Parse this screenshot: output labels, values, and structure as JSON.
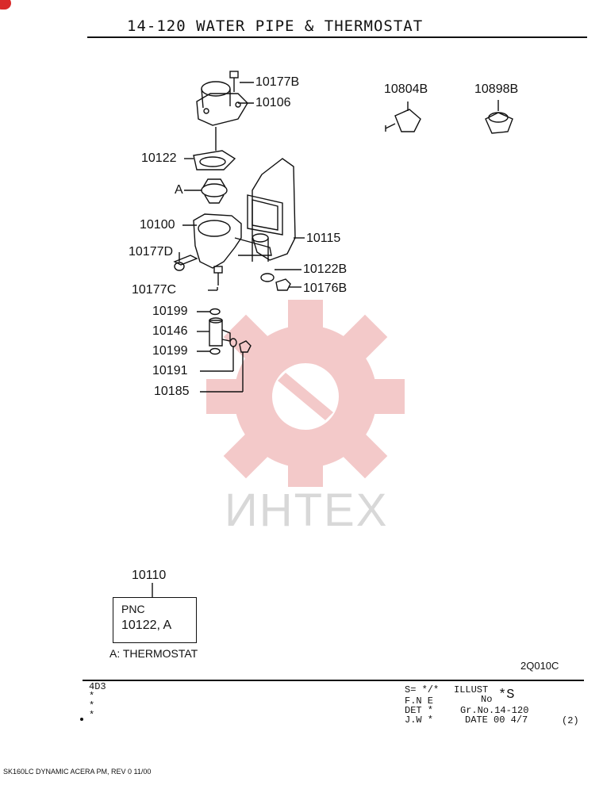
{
  "header": {
    "title": "14-120  WATER PIPE & THERMOSTAT"
  },
  "parts": {
    "p10177B": "10177B",
    "p10106": "10106",
    "p10804B": "10804B",
    "p10898B": "10898B",
    "p10122": "10122",
    "pA": "A",
    "p10100": "10100",
    "p10115": "10115",
    "p10177D": "10177D",
    "p10122B": "10122B",
    "p10176B": "10176B",
    "p10177C": "10177C",
    "p10199a": "10199",
    "p10146": "10146",
    "p10199b": "10199",
    "p10191": "10191",
    "p10185": "10185"
  },
  "kit": {
    "number": "10110",
    "pnc_label": "PNC",
    "pnc_value": "10122, A",
    "legend": "A: THERMOSTAT"
  },
  "watermark": "ИНТЕХ",
  "drawing_code": "2Q010C",
  "footer": {
    "model": "4D3",
    "star1": "*",
    "star2": "*",
    "star3": "*",
    "s_line": "S= */*",
    "illust": "ILLUST",
    "no": "No",
    "no_value": "*S",
    "fne": "F.N E",
    "det": "DET *",
    "grno": "Gr.No.14-120",
    "jw": "J.W *",
    "date": "DATE  00 4/7",
    "page": "(2)"
  },
  "bottom_note": "SK160LC DYNAMIC ACERA PM, REV 0 11/00",
  "colors": {
    "watermark_red": "#f3c9c9",
    "ink": "#111111"
  }
}
